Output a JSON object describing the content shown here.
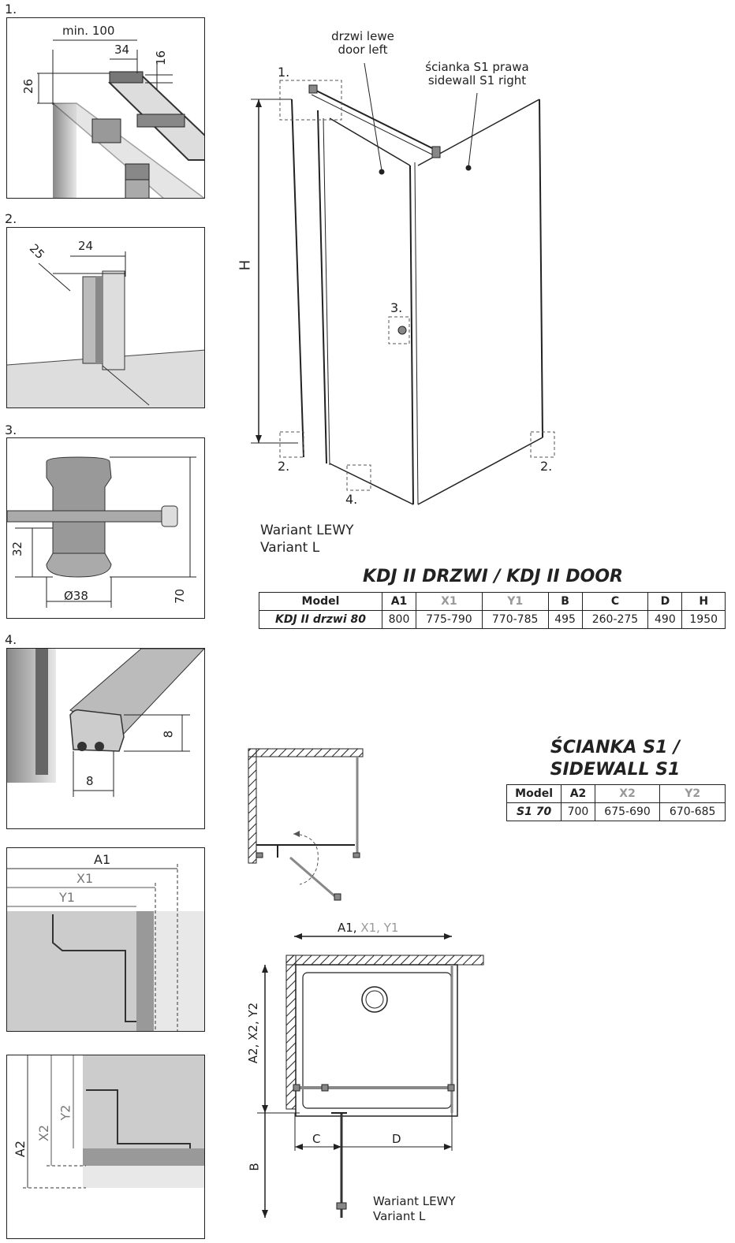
{
  "details": [
    {
      "number": "1.",
      "dims": [
        "min. 100",
        "34",
        "26",
        "16"
      ]
    },
    {
      "number": "2.",
      "dims": [
        "25",
        "24"
      ]
    },
    {
      "number": "3.",
      "dims": [
        "32",
        "Ø38",
        "70"
      ]
    },
    {
      "number": "4.",
      "dims": [
        "8",
        "8"
      ]
    }
  ],
  "plan_left": {
    "dims": [
      "A1",
      "X1",
      "Y1"
    ]
  },
  "plan_right": {
    "dims": [
      "A2",
      "X2",
      "Y2"
    ]
  },
  "iso": {
    "door_label": "drzwi lewe",
    "door_label_en": "door left",
    "side_label": "ścianka S1 prawa",
    "side_label_en": "sidewall S1 right",
    "height": "H",
    "callouts": [
      "1.",
      "2.",
      "3.",
      "2.",
      "4."
    ]
  },
  "variant": {
    "pl": "Wariant LEWY",
    "en": "Variant L"
  },
  "door_table": {
    "title": "KDJ II DRZWI /  KDJ II DOOR",
    "headers": [
      "Model",
      "A1",
      "X1",
      "Y1",
      "B",
      "C",
      "D",
      "H"
    ],
    "rows": [
      [
        "KDJ II drzwi 80",
        "800",
        "775-790",
        "770-785",
        "495",
        "260-275",
        "490",
        "1950"
      ]
    ]
  },
  "wall_table": {
    "title_l1": "ŚCIANKA S1 /",
    "title_l2": "SIDEWALL S1",
    "headers": [
      "Model",
      "A2",
      "X2",
      "Y2"
    ],
    "rows": [
      [
        "S1 70",
        "700",
        "675-690",
        "670-685"
      ]
    ]
  },
  "plan": {
    "width_label": "A1, ",
    "width_label_gray": "X1, Y1",
    "depth_label": "A2, X2, Y2",
    "c": "C",
    "d": "D",
    "b": "B"
  }
}
